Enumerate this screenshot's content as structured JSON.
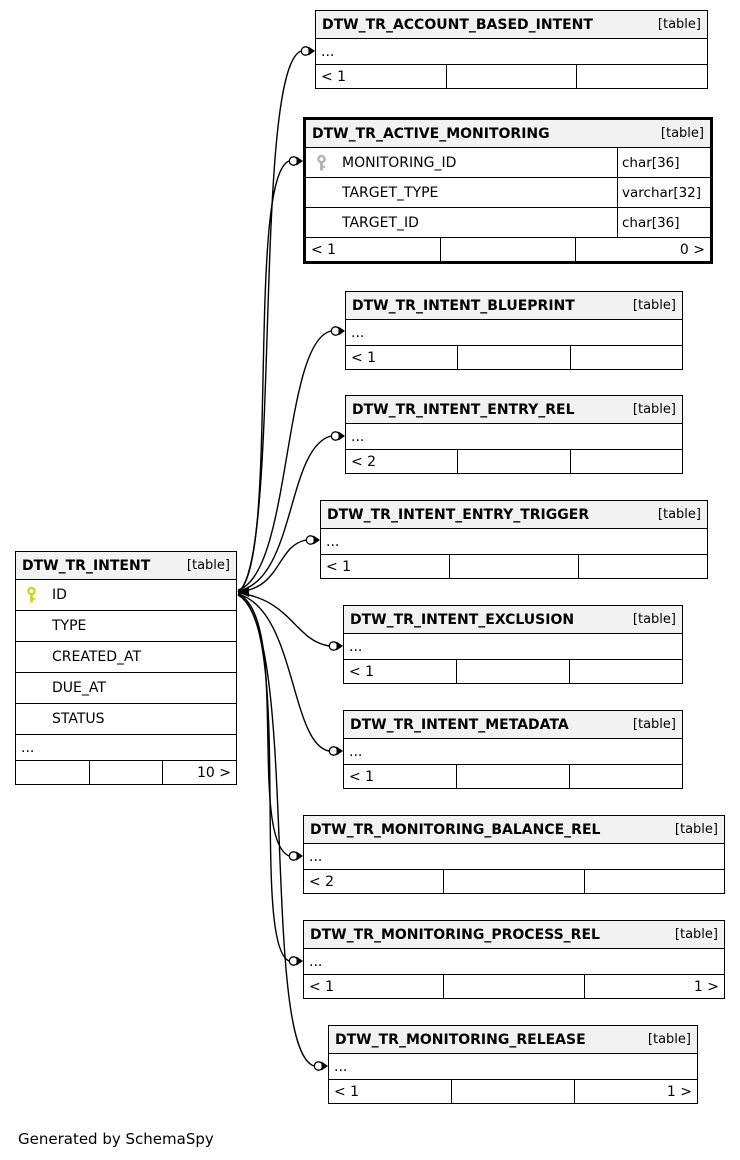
{
  "tables": [
    {
      "name": "DTW_TR_INTENT",
      "tag": "[table]",
      "rows": [
        {
          "label": "ID"
        },
        {
          "label": "TYPE"
        },
        {
          "label": "CREATED_AT"
        },
        {
          "label": "DUE_AT"
        },
        {
          "label": "STATUS"
        },
        {
          "label": "..."
        }
      ],
      "footer": {
        "left": "",
        "mid": "",
        "right": "10 >"
      }
    },
    {
      "name": "DTW_TR_ACCOUNT_BASED_INTENT",
      "tag": "[table]",
      "rows": [
        {
          "label": "..."
        }
      ],
      "footer": {
        "left": "< 1",
        "mid": "",
        "right": ""
      }
    },
    {
      "name": "DTW_TR_ACTIVE_MONITORING",
      "tag": "[table]",
      "rows": [
        {
          "label": "MONITORING_ID",
          "type": "char[36]"
        },
        {
          "label": "TARGET_TYPE",
          "type": "varchar[32]"
        },
        {
          "label": "TARGET_ID",
          "type": "char[36]"
        }
      ],
      "footer": {
        "left": "< 1",
        "mid": "",
        "right": "0 >"
      }
    },
    {
      "name": "DTW_TR_INTENT_BLUEPRINT",
      "tag": "[table]",
      "rows": [
        {
          "label": "..."
        }
      ],
      "footer": {
        "left": "< 1",
        "mid": "",
        "right": ""
      }
    },
    {
      "name": "DTW_TR_INTENT_ENTRY_REL",
      "tag": "[table]",
      "rows": [
        {
          "label": "..."
        }
      ],
      "footer": {
        "left": "< 2",
        "mid": "",
        "right": ""
      }
    },
    {
      "name": "DTW_TR_INTENT_ENTRY_TRIGGER",
      "tag": "[table]",
      "rows": [
        {
          "label": "..."
        }
      ],
      "footer": {
        "left": "< 1",
        "mid": "",
        "right": ""
      }
    },
    {
      "name": "DTW_TR_INTENT_EXCLUSION",
      "tag": "[table]",
      "rows": [
        {
          "label": "..."
        }
      ],
      "footer": {
        "left": "< 1",
        "mid": "",
        "right": ""
      }
    },
    {
      "name": "DTW_TR_INTENT_METADATA",
      "tag": "[table]",
      "rows": [
        {
          "label": "..."
        }
      ],
      "footer": {
        "left": "< 1",
        "mid": "",
        "right": ""
      }
    },
    {
      "name": "DTW_TR_MONITORING_BALANCE_REL",
      "tag": "[table]",
      "rows": [
        {
          "label": "..."
        }
      ],
      "footer": {
        "left": "< 2",
        "mid": "",
        "right": ""
      }
    },
    {
      "name": "DTW_TR_MONITORING_PROCESS_REL",
      "tag": "[table]",
      "rows": [
        {
          "label": "..."
        }
      ],
      "footer": {
        "left": "< 1",
        "mid": "",
        "right": "1 >"
      }
    },
    {
      "name": "DTW_TR_MONITORING_RELEASE",
      "tag": "[table]",
      "rows": [
        {
          "label": "..."
        }
      ],
      "footer": {
        "left": "< 1",
        "mid": "",
        "right": "1 >"
      }
    }
  ],
  "colors": {
    "line": "#000000",
    "pk_key": "#d2d21f",
    "fk_key": "#b3b3b3",
    "header_bg": "#f2f2f2"
  },
  "footer_note": "Generated by SchemaSpy"
}
